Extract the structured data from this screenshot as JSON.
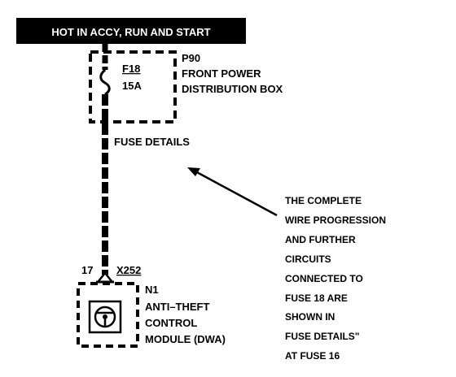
{
  "header": {
    "label": "HOT IN ACCY, RUN AND START"
  },
  "fuse": {
    "id": "F18",
    "rating": "15A"
  },
  "power_box": {
    "id": "P90",
    "name_line1": "FRONT POWER",
    "name_line2": "DISTRIBUTION BOX"
  },
  "fuse_details_label": "FUSE DETAILS",
  "note": {
    "lines": [
      "THE COMPLETE",
      "WIRE PROGRESSION",
      "AND FURTHER",
      "CIRCUITS",
      "CONNECTED TO",
      "FUSE 18 ARE",
      "SHOWN IN",
      "FUSE DETAILS\"",
      "AT FUSE 16"
    ]
  },
  "connector": {
    "pin": "17",
    "id": "X252"
  },
  "module": {
    "id": "N1",
    "line1": "ANTI–THEFT",
    "line2": "CONTROL",
    "line3": "MODULE (DWA)"
  },
  "colors": {
    "ink": "#000000",
    "paper": "#ffffff",
    "header_bg": "#000000",
    "header_text": "#ffffff"
  }
}
